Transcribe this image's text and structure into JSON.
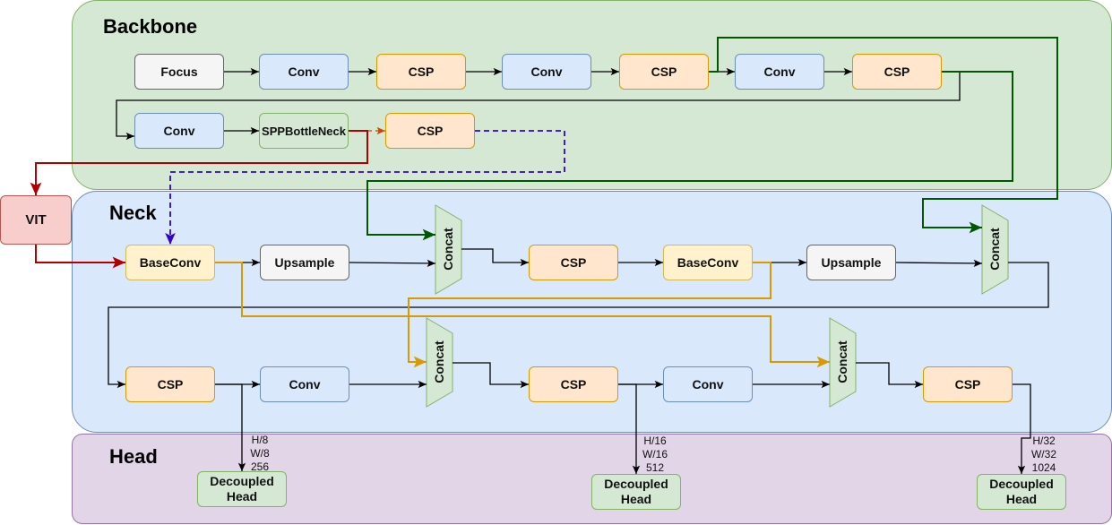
{
  "sections": {
    "backbone": {
      "title": "Backbone",
      "fill": "#d5e8d4",
      "stroke": "#82b366"
    },
    "neck": {
      "title": "Neck",
      "fill": "#dae8fc",
      "stroke": "#6c8ebf"
    },
    "head": {
      "title": "Head",
      "fill": "#e1d5e7",
      "stroke": "#9673a6"
    }
  },
  "backbone": {
    "row1": [
      "Focus",
      "Conv",
      "CSP",
      "Conv",
      "CSP",
      "Conv",
      "CSP"
    ],
    "row2": [
      "Conv",
      "SPPBottleNeck",
      "CSP"
    ]
  },
  "vit": "VIT",
  "neck": {
    "row1": {
      "baseconv_1": "BaseConv",
      "upsample_1": "Upsample",
      "concat_1": "Concat",
      "csp_1": "CSP",
      "baseconv_2": "BaseConv",
      "upsample_2": "Upsample",
      "concat_2": "Concat"
    },
    "row2": {
      "csp_1": "CSP",
      "conv_1": "Conv",
      "concat_1": "Concat",
      "csp_2": "CSP",
      "conv_2": "Conv",
      "concat_2": "Concat",
      "csp_3": "CSP"
    }
  },
  "head": {
    "decoupled_label": "Decoupled\nHead",
    "outputs": [
      {
        "dims": "H/8\nW/8\n256"
      },
      {
        "dims": "H/16\nW/16\n512"
      },
      {
        "dims": "H/32\nW/32\n1024"
      }
    ]
  },
  "edge_colors": {
    "black": "#000000",
    "red": "#b20000",
    "dark_green": "#005700",
    "orange": "#d79b00",
    "blue_dashed": "#3300cc",
    "red_orange": "#cc4400"
  }
}
